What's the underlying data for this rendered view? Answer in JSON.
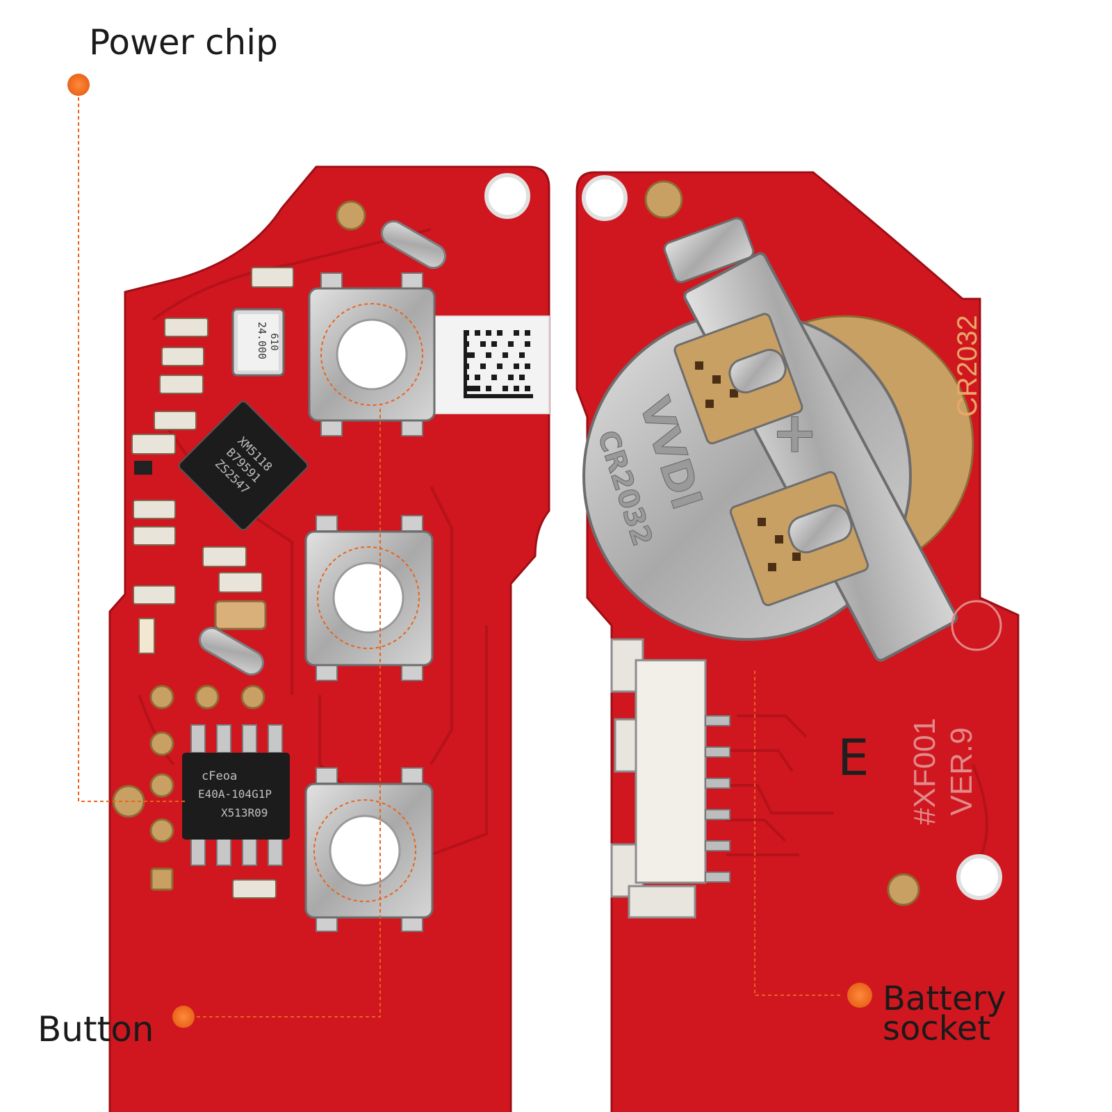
{
  "callouts": {
    "power_chip": "Power chip",
    "button": "Button",
    "battery_line1": "Battery",
    "battery_line2": "socket"
  },
  "markings": {
    "crystal_top": "24.000",
    "crystal_bottom": "610",
    "qfn_line1": "XM5118",
    "qfn_line2": "B79591",
    "qfn_line3": "ZS2547",
    "soic_line1": "cFeoa",
    "soic_line2": "E40A-104G1P",
    "soic_line3": "X513R09",
    "battery_type": "CR2032",
    "clip_brand": "VVDI",
    "clip_part": "CR2032",
    "clip_plus": "+",
    "board_id": "#XF001",
    "board_ver": "VER.9",
    "board_letter": "E"
  },
  "colors": {
    "pcb_red": "#d0171f",
    "pcb_dark": "#b5121a",
    "callout_orange": "#e8641a",
    "metal": "#b9b9b9",
    "gold": "#c9a063"
  }
}
